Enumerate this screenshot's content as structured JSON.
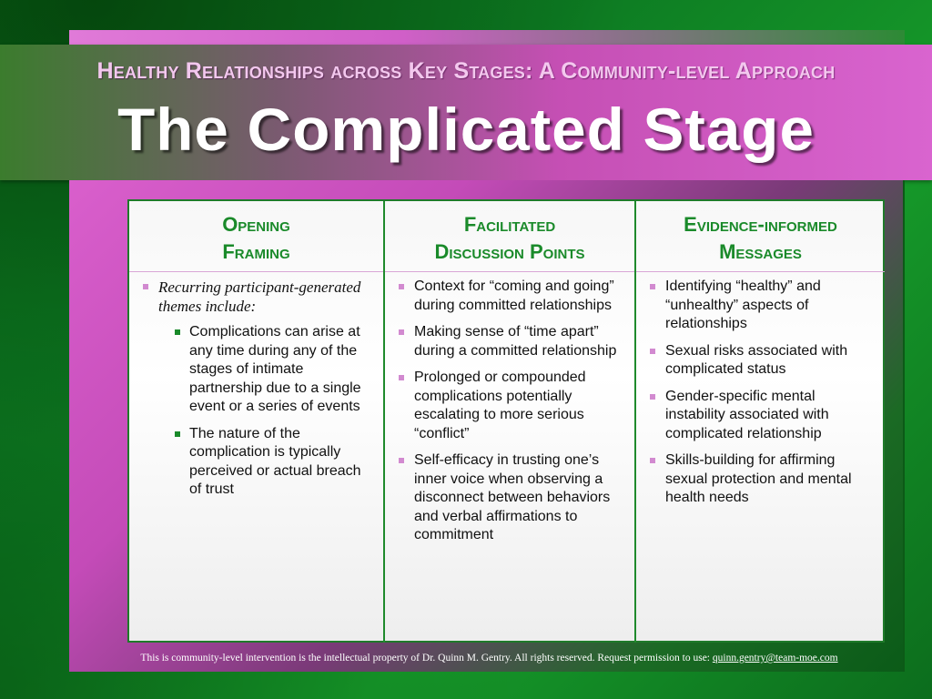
{
  "header": {
    "subtitle": "Healthy Relationships across Key Stages: A Community-level Approach",
    "title": "The Complicated Stage"
  },
  "columns": [
    {
      "heading": "Opening\nFraming",
      "intro": "Recurring participant-generated themes include:",
      "items": [
        "Complications can arise at any time during any of the stages of intimate partnership due to a single event or a series of events",
        "The nature of the complication is typically perceived or actual breach of trust"
      ]
    },
    {
      "heading": "Facilitated\nDiscussion Points",
      "items": [
        "Context for “coming and going” during committed relationships",
        "Making sense of “time apart” during a committed relationship",
        "Prolonged or compounded complications potentially escalating to more serious “conflict”",
        "Self-efficacy in trusting one’s inner voice when observing a disconnect between behaviors and verbal affirmations to commitment"
      ]
    },
    {
      "heading": "Evidence-informed\nMessages",
      "items": [
        "Identifying “healthy” and “unhealthy” aspects of relationships",
        "Sexual risks associated with complicated status",
        "Gender-specific mental instability associated with complicated relationship",
        "Skills-building for affirming sexual protection and mental health needs"
      ]
    }
  ],
  "footer": {
    "text": "This is community-level intervention is the intellectual property of Dr. Quinn M. Gentry.  All rights reserved.  Request permission to use: ",
    "email": "quinn.gentry@team-moe.com"
  },
  "colors": {
    "heading_green": "#1a8a2a",
    "pink_bullet": "#d28ad0",
    "green_bullet": "#1a8a2a",
    "banner_pink": "#d964cf"
  }
}
